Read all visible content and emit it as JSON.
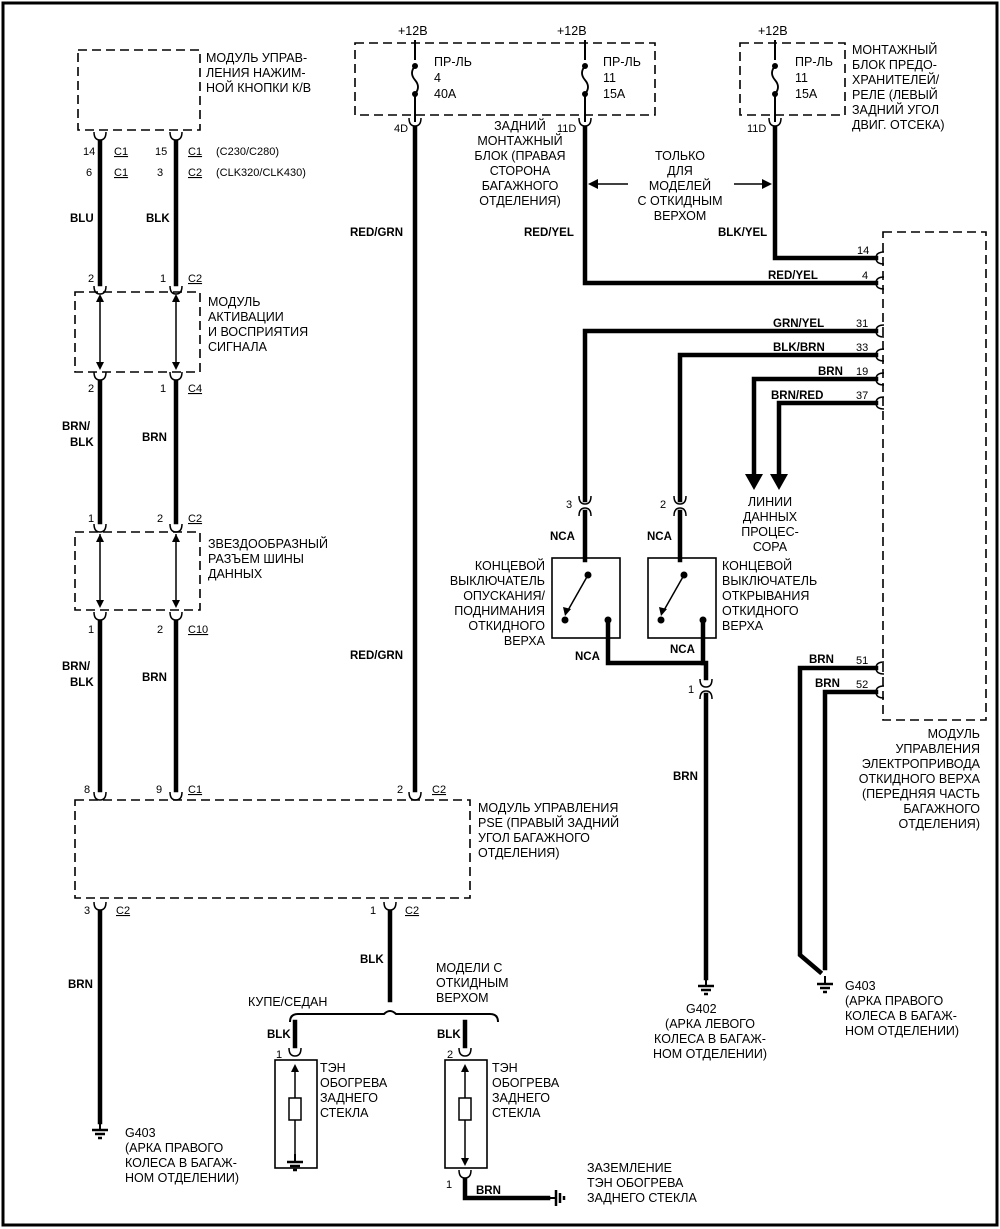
{
  "supply": {
    "v1": "+12В",
    "v2": "+12В",
    "v3": "+12В"
  },
  "fuses": {
    "f1": [
      "ПР-ЛЬ",
      "4",
      "40A"
    ],
    "f2": [
      "ПР-ЛЬ",
      "11",
      "15A"
    ],
    "f3": [
      "ПР-ЛЬ",
      "11",
      "15A"
    ],
    "f1_pin": "4D",
    "f2_pin": "11D",
    "f3_pin": "11D"
  },
  "modules": {
    "pushbutton": [
      "МОДУЛЬ УПРАВ-",
      "ЛЕНИЯ НАЖИМ-",
      "НОЙ КНОПКИ К/В"
    ],
    "rear_block": [
      "ЗАДНИЙ",
      "МОНТАЖНЫЙ",
      "БЛОК (ПРАВАЯ",
      "СТОРОНА",
      "БАГАЖНОГО",
      "ОТДЕЛЕНИЯ)"
    ],
    "fuse_block": [
      "МОНТАЖНЫЙ",
      "БЛОК ПРЕДО-",
      "ХРАНИТЕЛЕЙ/",
      "РЕЛЕ (ЛЕВЫЙ",
      "ЗАДНИЙ УГОЛ",
      "ДВИГ. ОТСЕКА)"
    ],
    "only_conv": [
      "ТОЛЬКО",
      "ДЛЯ",
      "МОДЕЛЕЙ",
      "С ОТКИДНЫМ",
      "ВЕРХОМ"
    ],
    "activation": [
      "МОДУЛЬ",
      "АКТИВАЦИИ",
      "И ВОСПРИЯТИЯ",
      "СИГНАЛА"
    ],
    "star": [
      "ЗВЕЗДООБРАЗНЫЙ",
      "РАЗЪЕМ ШИНЫ",
      "ДАННЫХ"
    ],
    "pse": [
      "МОДУЛЬ УПРАВЛЕНИЯ",
      "PSE (ПРАВЫЙ ЗАДНИЙ",
      "УГОЛ БАГАЖНОГО",
      "ОТДЕЛЕНИЯ)"
    ],
    "roof": [
      "МОДУЛЬ",
      "УПРАВЛЕНИЯ",
      "ЭЛЕКТРОПРИВОДА",
      "ОТКИДНОГО ВЕРХА",
      "(ПЕРЕДНЯЯ ЧАСТЬ",
      "БАГАЖНОГО",
      "ОТДЕЛЕНИЯ)"
    ],
    "data_lines": [
      "ЛИНИИ",
      "ДАННЫХ",
      "ПРОЦЕС-",
      "СОРА"
    ],
    "sw1": [
      "КОНЦЕВОЙ",
      "ВЫКЛЮЧАТЕЛЬ",
      "ОПУСКАНИЯ/",
      "ПОДНИМАНИЯ",
      "ОТКИДНОГО",
      "ВЕРХА"
    ],
    "sw2": [
      "КОНЦЕВОЙ",
      "ВЫКЛЮЧАТЕЛЬ",
      "ОТКРЫВАНИЯ",
      "ОТКИДНОГО",
      "ВЕРХА"
    ],
    "heater1": [
      "ТЭН",
      "ОБОГРЕВА",
      "ЗАДНЕГО",
      "СТЕКЛА"
    ],
    "heater2": [
      "ТЭН",
      "ОБОГРЕВА",
      "ЗАДНЕГО",
      "СТЕКЛА"
    ],
    "heater_gnd": [
      "ЗАЗЕМЛЕНИЕ",
      "ТЭН ОБОГРЕВА",
      "ЗАДНЕГО СТЕКЛА"
    ],
    "coupe": "КУПЕ/СЕДАН",
    "conv_models": [
      "МОДЕЛИ С",
      "ОТКИДНЫМ",
      "ВЕРХОМ"
    ]
  },
  "grounds": {
    "g403_left": [
      "G403",
      "(АРКА ПРАВОГО",
      "КОЛЕСА В БАГАЖ-",
      "НОМ ОТДЕЛЕНИИ)"
    ],
    "g402": [
      "G402",
      "(АРКА ЛЕВОГО",
      "КОЛЕСА В БАГАЖ-",
      "НОМ ОТДЕЛЕНИИ)"
    ],
    "g403_right": [
      "G403",
      "(АРКА ПРАВОГО",
      "КОЛЕСА В БАГАЖ-",
      "НОМ ОТДЕЛЕНИИ)"
    ]
  },
  "connectors": {
    "top_row1": [
      "14",
      "C1",
      "15",
      "C1",
      "(C230/C280)"
    ],
    "top_row2": [
      "6",
      "C1",
      "3",
      "C2",
      "(CLK320/CLK430)"
    ],
    "act_top": [
      "2",
      "1",
      "C2"
    ],
    "act_bot": [
      "2",
      "1",
      "C4"
    ],
    "star_top": [
      "1",
      "2",
      "C2"
    ],
    "star_bot": [
      "1",
      "2",
      "C10"
    ],
    "pse_top": [
      "8",
      "9",
      "C1",
      "2",
      "C2"
    ],
    "pse_bot_left": [
      "3",
      "C2"
    ],
    "pse_bot_right": [
      "1",
      "C2"
    ],
    "sw1_pin": "3",
    "sw2_pin": "2",
    "splice_pin": "1",
    "heater1_pin": "1",
    "heater2_pin": "2",
    "heater2_gnd_pin": "1"
  },
  "wires": {
    "blu": "BLU",
    "blk": "BLK",
    "brn_blk_1": [
      "BRN/",
      "BLK"
    ],
    "brn_1": "BRN",
    "brn_blk_2": [
      "BRN/",
      "BLK"
    ],
    "brn_2": "BRN",
    "red_grn_1": "RED/GRN",
    "red_grn_2": "RED/GRN",
    "red_yel_1": "RED/YEL",
    "red_yel_2": "RED/YEL",
    "blk_yel": "BLK/YEL",
    "nca1": "NCA",
    "nca2": "NCA",
    "nca3": "NCA",
    "nca4": "NCA",
    "brn_g402": "BRN",
    "brn_pse": "BRN",
    "blk_pse": "BLK",
    "blk_h1": "BLK",
    "blk_h2": "BLK",
    "brn_hgnd": "BRN",
    "brn_51": "BRN",
    "brn_52": "BRN"
  },
  "roof_pins": [
    {
      "wire": "",
      "pin": "14"
    },
    {
      "wire": "RED/YEL",
      "pin": "4"
    },
    {
      "wire": "GRN/YEL",
      "pin": "31"
    },
    {
      "wire": "BLK/BRN",
      "pin": "33"
    },
    {
      "wire": "BRN",
      "pin": "19"
    },
    {
      "wire": "BRN/RED",
      "pin": "37"
    },
    {
      "wire": "BRN",
      "pin": "51"
    },
    {
      "wire": "BRN",
      "pin": "52"
    }
  ]
}
